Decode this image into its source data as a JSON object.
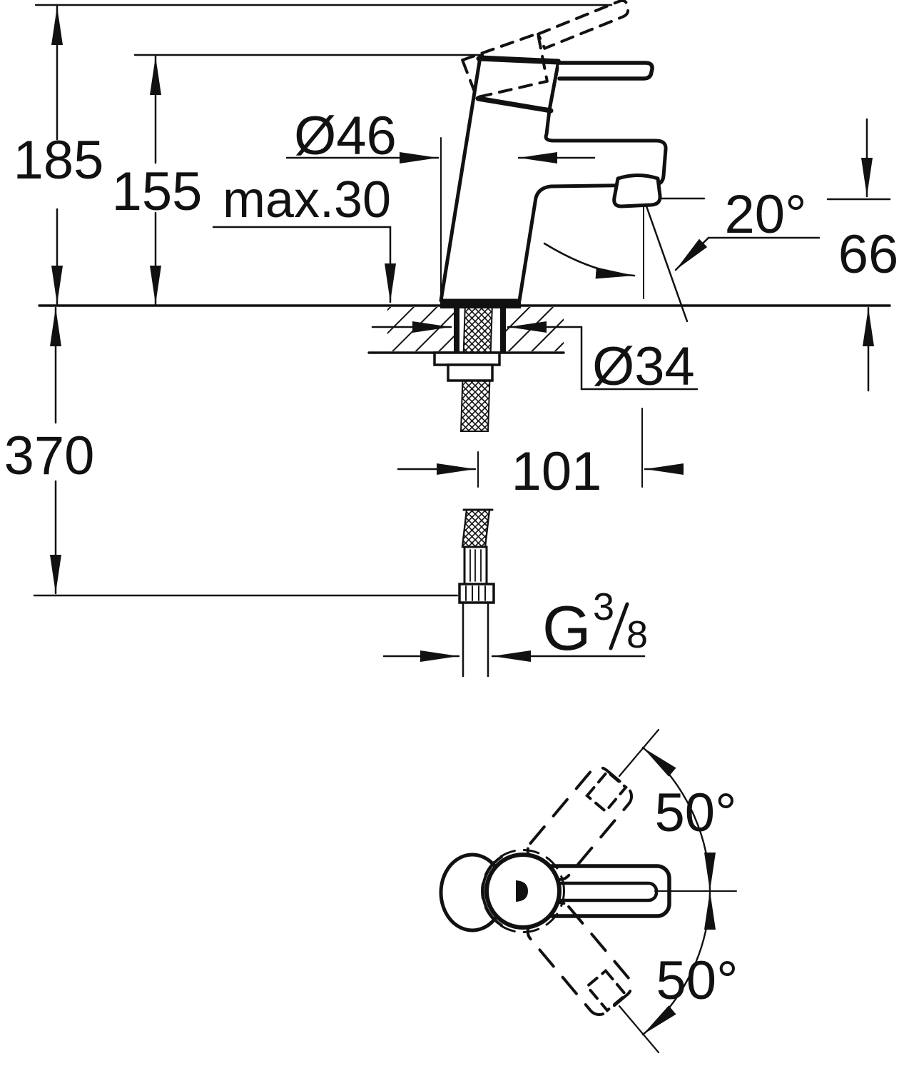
{
  "colors": {
    "ink": "#111111",
    "paper": "#ffffff"
  },
  "front_view": {
    "total_height": "185",
    "body_height": "155",
    "base_diameter": "Ø46",
    "max_deck_thickness": "max.30",
    "spray_angle": "20°",
    "spout_outlet_height": "66",
    "hose_drop": "370",
    "hole_diameter": "Ø34",
    "spout_projection": "101",
    "thread": {
      "prefix": "G",
      "numerator": "3",
      "denominator": "8"
    }
  },
  "top_view": {
    "swivel_upper": "50°",
    "swivel_lower": "50°"
  }
}
